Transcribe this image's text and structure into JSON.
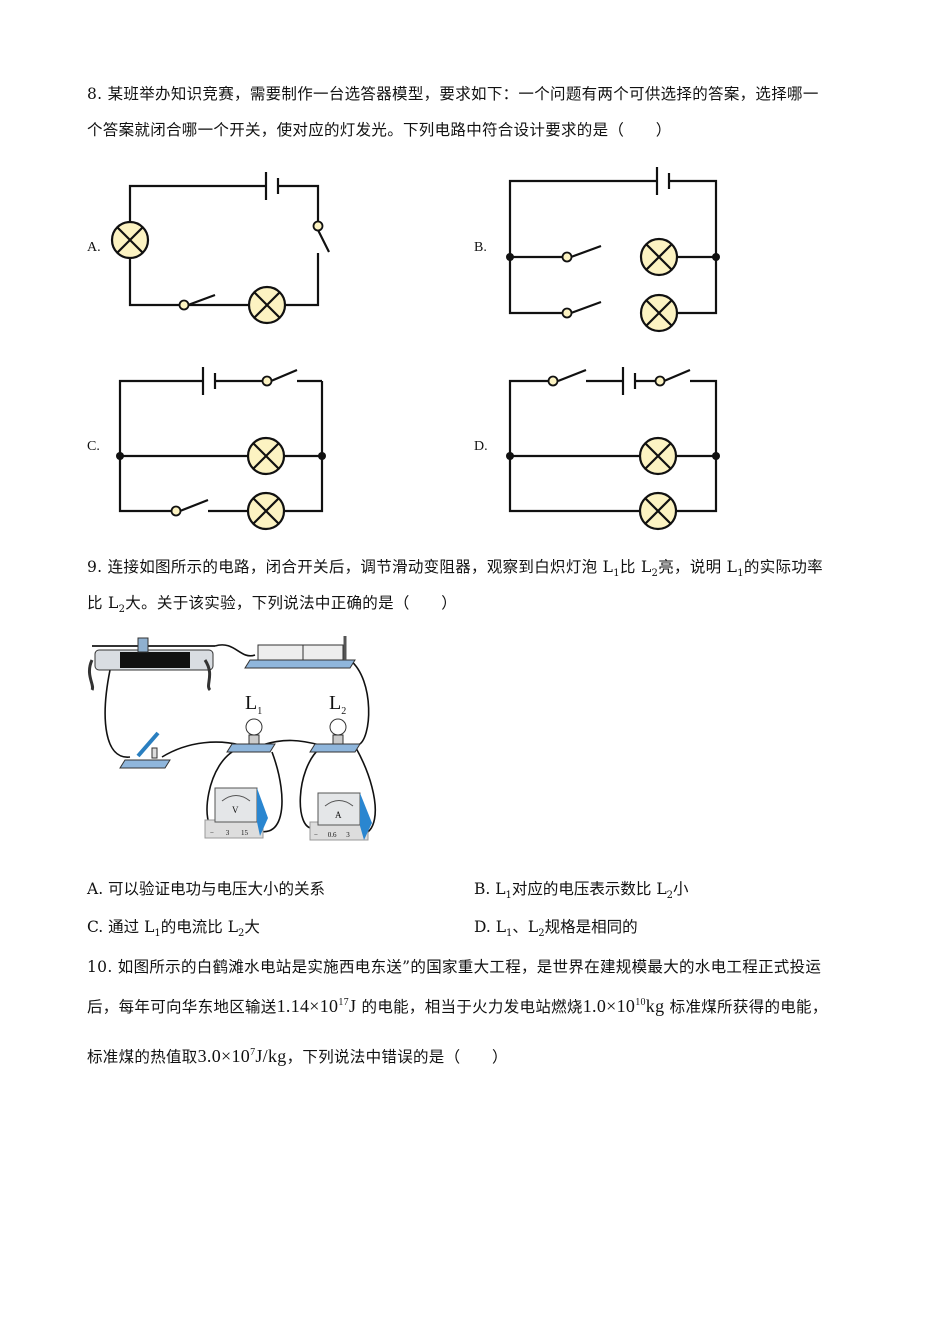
{
  "q8": {
    "line1": "8. 某班举办知识竞赛，需要制作一台选答器模型，要求如下：一个问题有两个可供选择的答案，选择哪一",
    "line2": "个答案就闭合哪一个开关，使对应的灯发光。下列电路中符合设计要求的是（　　）",
    "options": [
      "A.",
      "B.",
      "C.",
      "D."
    ]
  },
  "q9": {
    "line1_a": "9. 连接如图所示的电路，闭合开关后，调节滑动变阻器，观察到白炽灯泡 L",
    "line1_b": "比 L",
    "line1_c": "亮，说明 L",
    "line1_d": "的实际功率",
    "line2_a": "比 L",
    "line2_b": "大。关于该实验，下列说法中正确的是（　　）",
    "sub1": "1",
    "sub2": "2",
    "figure": {
      "lamp1_label": "L",
      "lamp2_label": "L",
      "voltmeter_symbol": "V",
      "ammeter_symbol": "A",
      "voltmeter_terminals": [
        "−",
        "3",
        "15"
      ],
      "ammeter_terminals": [
        "−",
        "0.6",
        "3"
      ]
    },
    "optA": "A.  可以验证电功与电压大小的关系",
    "optB_a": "B. L",
    "optB_b": "对应的电压表示数比 L",
    "optB_c": "小",
    "optC_a": "C.  通过 L",
    "optC_b": "的电流比 L",
    "optC_c": "大",
    "optD_a": "D. L",
    "optD_b": "、L",
    "optD_c": "规格是相同的"
  },
  "q10": {
    "line1": "10.  如图所示的白鹤滩水电站是实施西电东送”的国家重大工程，是世界在建规模最大的水电工程正式投运",
    "line2_a": "后，每年可向华东地区输送",
    "energy_mantissa": "1.14×10",
    "energy_exp": "17",
    "energy_unit": "J",
    "line2_b": "的电能，相当于火力发电站燃烧",
    "coal_mantissa": "1.0×10",
    "coal_exp": "10",
    "coal_unit": "kg",
    "line2_c": "标准煤所获得的电能，",
    "line3_a": "标准煤的热值取",
    "heat_mantissa": "3.0×10",
    "heat_exp": "7",
    "heat_unit": "J/kg",
    "line3_b": "，下列说法中错误的是（　　）"
  }
}
